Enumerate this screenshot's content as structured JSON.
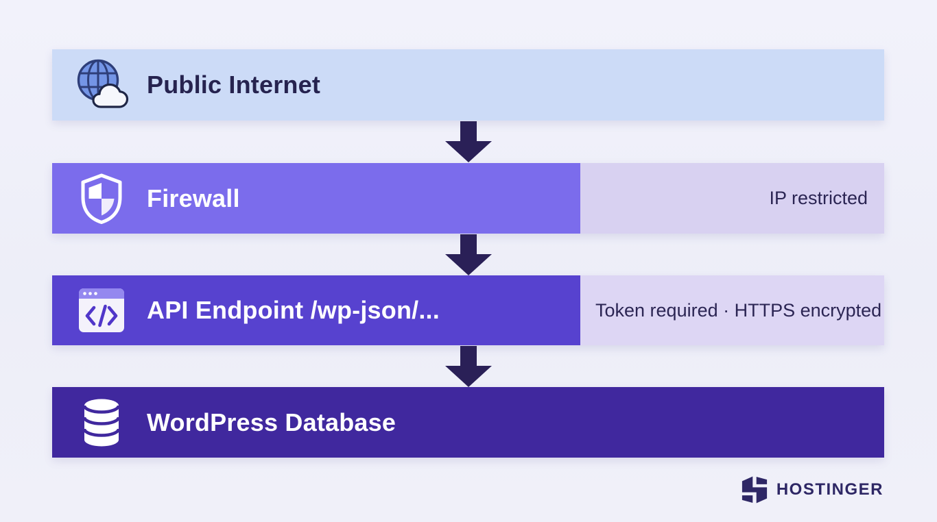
{
  "page": {
    "background": "#edeef8"
  },
  "diagram": {
    "arrow_color": "#2a2057",
    "rows": [
      {
        "id": "public-internet",
        "label": "Public Internet",
        "icon": "globe-cloud-icon",
        "bar_color": "#ccdbf7",
        "label_color": "#26234f",
        "annotation": null
      },
      {
        "id": "firewall",
        "label": "Firewall",
        "icon": "shield-icon",
        "bar_color": "#7b6cec",
        "label_color": "#ffffff",
        "annotation": "IP restricted",
        "annotation_bg": "#d8d1f1",
        "annotation_color": "#2b2553"
      },
      {
        "id": "api-endpoint",
        "label": "API Endpoint /wp-json/...",
        "icon": "code-window-icon",
        "bar_color": "#5742cf",
        "label_color": "#ffffff",
        "annotation": "Token required · HTTPS encrypted",
        "annotation_bg": "#ddd6f4",
        "annotation_color": "#2b2553"
      },
      {
        "id": "wordpress-database",
        "label": "WordPress Database",
        "icon": "database-icon",
        "bar_color": "#40289e",
        "label_color": "#ffffff",
        "annotation": null
      }
    ]
  },
  "branding": {
    "name": "HOSTINGER",
    "color": "#2e2765"
  }
}
